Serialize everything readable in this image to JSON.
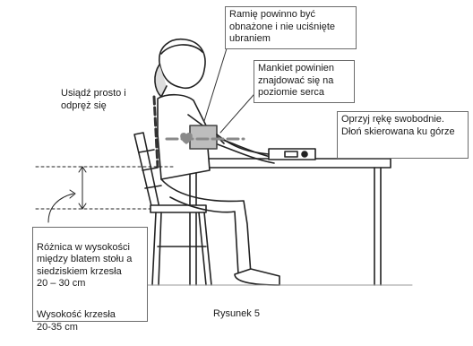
{
  "figure": {
    "caption": "Rysunek 5",
    "labels": {
      "sit_straight": "Usiądź prosto i\nodpręż się",
      "arm_bare": "Ramię powinno być\nobnażone i nie uciśnięte\nubraniem",
      "cuff_level": "Mankiet powinien\nznajdować się na\npoziomie serca",
      "relax_hand": "Oprzyj rękę swobodnie.\nDłoń skierowana ku górze",
      "height_difference": "Różnica w wysokości\nmiędzy blatem stołu a\nsiedziskiem krzesła\n20 – 30 cm",
      "chair_height": "Wysokość krzesła\n20-35 cm"
    }
  }
}
